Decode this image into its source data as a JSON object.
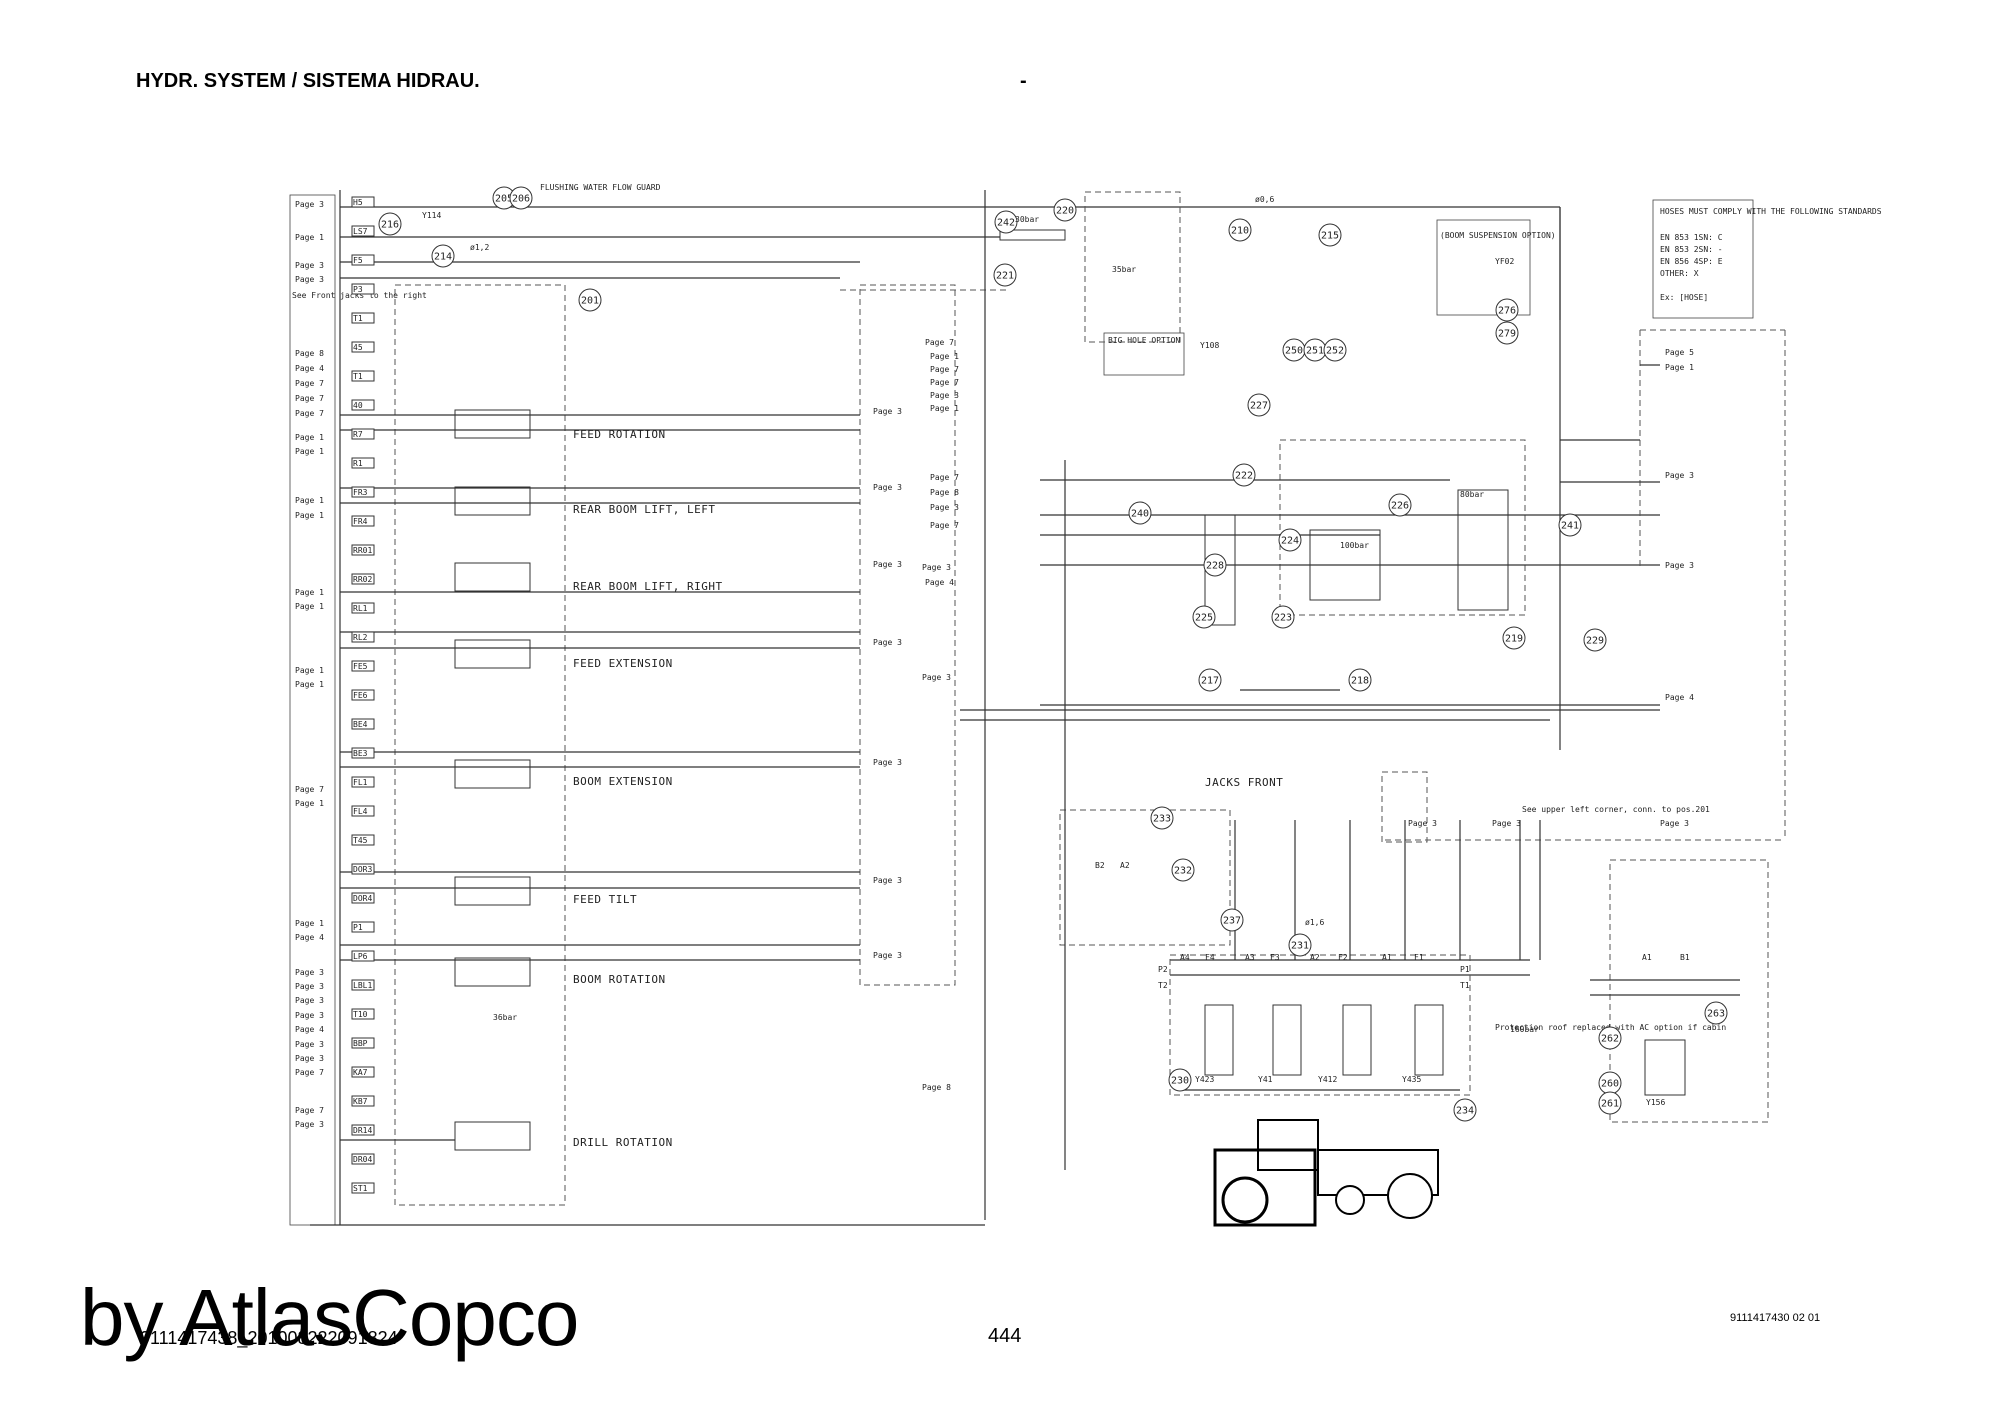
{
  "header": {
    "title": "HYDR. SYSTEM / SISTEMA HIDRAU.",
    "dash": "-"
  },
  "footer": {
    "doc_number": "9111417430 02 01",
    "page_number": "444",
    "file_id": "9111417438_201008222091824",
    "watermark": "by AtlasCopco"
  },
  "sections": {
    "feed_rotation": "FEED ROTATION",
    "rear_boom_left": "REAR BOOM LIFT, LEFT",
    "rear_boom_right": "REAR BOOM LIFT, RIGHT",
    "feed_extension": "FEED EXTENSION",
    "boom_extension": "BOOM EXTENSION",
    "feed_tilt": "FEED TILT",
    "boom_rotation": "BOOM ROTATION",
    "drill_rotation": "DRILL ROTATION",
    "jacks_front": "JACKS FRONT",
    "flushing": "FLUSHING WATER FLOW GUARD",
    "boom_suspension": "(BOOM SUSPENSION OPTION)",
    "big_hole": "BIG HOLE OPTION"
  },
  "notes": {
    "hoses_title": "HOSES MUST COMPLY WITH THE FOLLOWING STANDARDS",
    "hoses_rows": [
      "EN 853 1SN:   C",
      "EN 853 2SN:   -",
      "EN 856 4SP:   E",
      "OTHER:        X"
    ],
    "hoses_ex": "Ex: [HOSE]",
    "see_front": "See Front jacks to the right",
    "see_upper": "See upper left corner, conn. to pos.201",
    "protection_roof": "Protection roof replaced with AC option if cabin"
  },
  "left_page_refs": [
    "Page 3",
    "Page 1",
    "Page 3",
    "Page 3",
    "Page 8",
    "Page 4",
    "Page 7",
    "Page 7",
    "Page 7",
    "Page 1",
    "Page 1",
    "Page 1",
    "Page 1",
    "Page 1",
    "Page 1",
    "Page 1",
    "Page 1",
    "Page 7",
    "Page 1",
    "Page 1",
    "Page 4",
    "Page 3",
    "Page 3",
    "Page 3",
    "Page 3",
    "Page 4",
    "Page 3",
    "Page 3",
    "Page 7",
    "Page 7",
    "Page 3"
  ],
  "hose_labels_left": [
    "H5",
    "LS7",
    "F5",
    "P3",
    "T1",
    "45",
    "T1",
    "40",
    "R7",
    "R1",
    "FR3",
    "FR4",
    "RR01",
    "RR02",
    "RL1",
    "RL2",
    "FE5",
    "FE6",
    "BE4",
    "BE3",
    "FL1",
    "FL4",
    "T45",
    "DOR3",
    "DOR4",
    "P1",
    "LP6",
    "LBL1",
    "T10",
    "BBP",
    "KA7",
    "KB7",
    "DR14",
    "DR04",
    "ST1"
  ],
  "bubbles": [
    "201",
    "205",
    "206",
    "210",
    "214",
    "215",
    "216",
    "220",
    "221",
    "222",
    "223",
    "224",
    "225",
    "226",
    "227",
    "228",
    "219",
    "217",
    "218",
    "229",
    "230",
    "231",
    "232",
    "233",
    "234",
    "237",
    "240",
    "241",
    "242",
    "250",
    "251",
    "252",
    "260",
    "261",
    "262",
    "263",
    "276",
    "279"
  ],
  "pressures": [
    "30bar",
    "35bar",
    "80bar",
    "100bar",
    "160bar",
    "36bar"
  ],
  "valve_codes": [
    "Y114",
    "YF02",
    "Y108",
    "Y423",
    "Y41",
    "Y412",
    "Y435",
    "Y156",
    "ø1,2",
    "ø0,6",
    "ø1,6"
  ],
  "right_labels": [
    "Page 5",
    "Page 1",
    "Page 3",
    "Page 3",
    "Page 4",
    "Page 3",
    "Page 3",
    "Page 3"
  ],
  "mid_labels": [
    "Page 3",
    "Page 3",
    "Page 3",
    "Page 3",
    "Page 3",
    "Page 3",
    "Page 3",
    "Page 7",
    "Page 1",
    "Page 7",
    "Page 7",
    "Page 3",
    "Page 1",
    "Page 7",
    "Page 8",
    "Page 3",
    "Page 3",
    "Page 3",
    "Page 4",
    "Page 7",
    "Page 8"
  ],
  "port_labels": [
    "A4",
    "F4",
    "A3",
    "F3",
    "A2",
    "F2",
    "A1",
    "F1",
    "P2",
    "T2",
    "P1",
    "T1",
    "B1",
    "A1",
    "B2",
    "A2"
  ]
}
